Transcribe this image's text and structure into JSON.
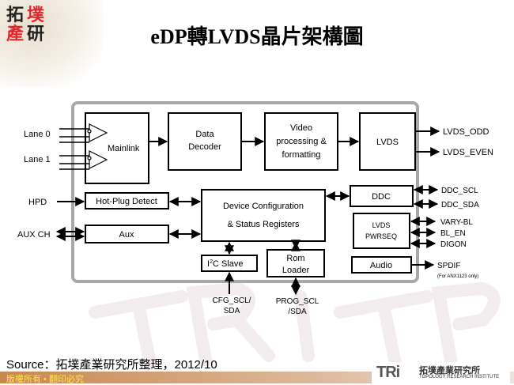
{
  "header": {
    "logo_text": [
      "拓",
      "墣",
      "產",
      "研"
    ],
    "title": "eDP轉LVDS晶片架構圖"
  },
  "diagram": {
    "blocks": {
      "mainlink": "Mainlink",
      "data_decoder": [
        "Data",
        "Decoder"
      ],
      "video": [
        "Video",
        "processing &",
        "formatting"
      ],
      "lvds": "LVDS",
      "hpd_block": "Hot-Plug Detect",
      "aux_block": "Aux",
      "device_config": [
        "Device Configuration",
        "& Status Registers"
      ],
      "ddc": "DDC",
      "pwrseq": [
        "LVDS",
        "PWRSEQ"
      ],
      "i2c": "C Slave",
      "i2c_prefix": "I",
      "i2c_sup": "2",
      "rom": [
        "Rom",
        "Loader"
      ],
      "audio": "Audio"
    },
    "signals": {
      "lane0": "Lane 0",
      "lane1": "Lane 1",
      "hpd": "HPD",
      "aux_ch": "AUX CH",
      "lvds_odd": "LVDS_ODD",
      "lvds_even": "LVDS_EVEN",
      "ddc_scl": "DDC_SCL",
      "ddc_sda": "DDC_SDA",
      "vary_bl": "VARY-BL",
      "bl_en": "BL_EN",
      "digon": "DIGON",
      "spdif": "SPDIF",
      "spdif_note": "(For ANX1123 only)",
      "cfg": [
        "CFG_SCL/",
        "SDA"
      ],
      "prog": [
        "PROG_SCL",
        "/SDA"
      ]
    }
  },
  "footer": {
    "source": "Source：拓墣產業研究所整理，2012/10",
    "copyright": "版權所有 • 翻印必究",
    "brand_mark": "TRi",
    "brand_cn": "拓墣產業研究所",
    "brand_en": "TOPOLOGY RESEARCH INSTITUTE"
  }
}
